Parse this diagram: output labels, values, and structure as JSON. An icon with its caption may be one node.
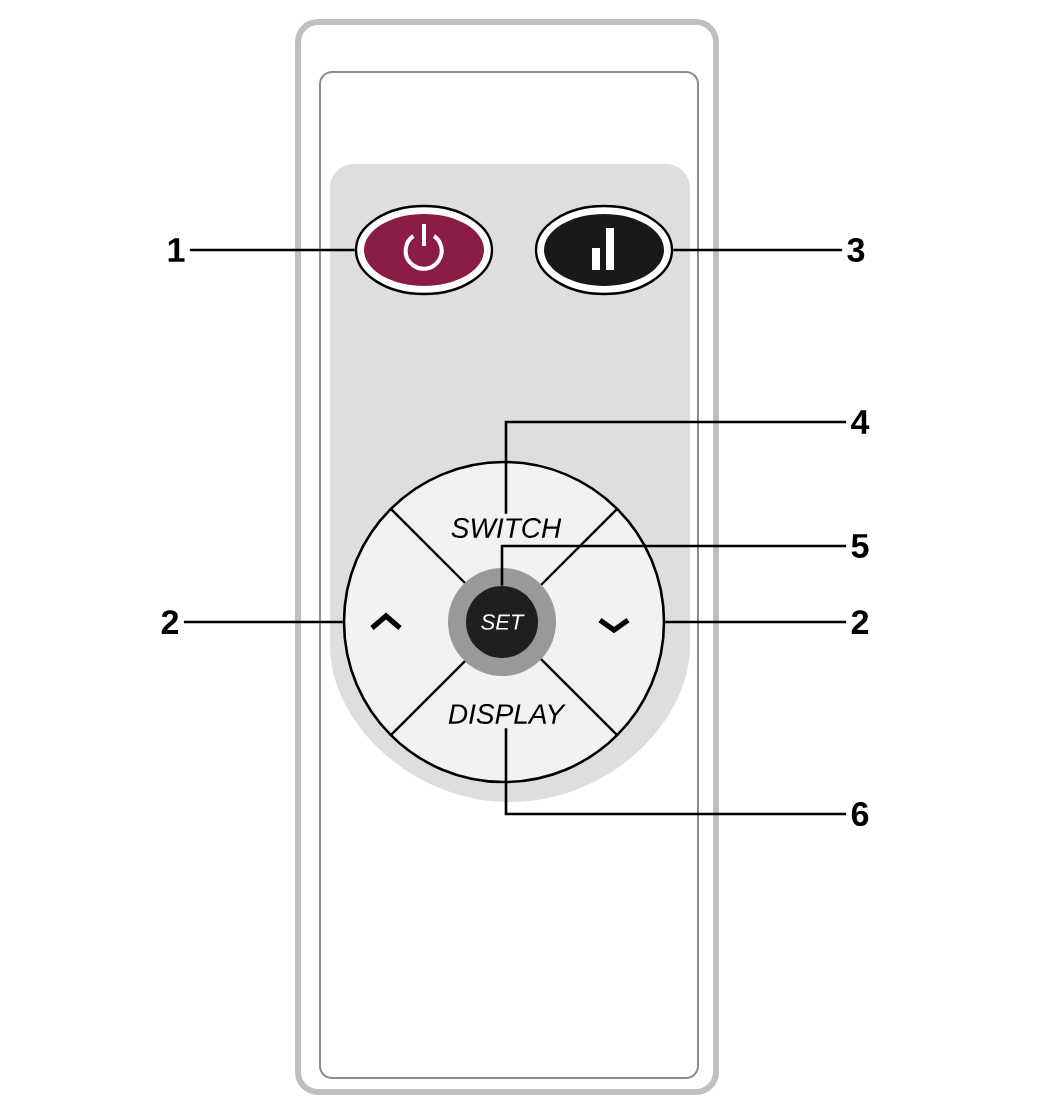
{
  "diagram": {
    "nodes": [
      {
        "text": [
          "1"
        ]
      },
      {
        "text": [],
        "shape": "ellipse"
      },
      {
        "text": [],
        "shape": "ellipse"
      },
      {
        "text": [
          "3"
        ]
      },
      {
        "text": [
          "4"
        ]
      },
      {
        "text": [],
        "shape": "circle"
      },
      {
        "text": [
          "SWITCH"
        ],
        "in": 5
      },
      {
        "text": [
          "5"
        ]
      },
      {
        "text": [
          "SET"
        ],
        "in": 5
      },
      {
        "text": [
          "2"
        ]
      },
      {
        "text": [
          "2"
        ]
      },
      {
        "text": [
          "DISPLAY"
        ],
        "in": 5
      },
      {
        "text": [
          "6"
        ]
      }
    ],
    "edges": [
      {
        "from": 0,
        "to": 1,
        "arrow": "none"
      },
      {
        "from": 3,
        "to": 2,
        "arrow": "none"
      },
      {
        "from": 4,
        "to": 6,
        "arrow": "none"
      },
      {
        "from": 7,
        "to": 8,
        "arrow": "none"
      },
      {
        "from": 9,
        "to": 5,
        "arrow": "none"
      },
      {
        "from": 10,
        "to": 5,
        "arrow": "none"
      },
      {
        "from": 12,
        "to": 11,
        "arrow": "none"
      }
    ]
  }
}
